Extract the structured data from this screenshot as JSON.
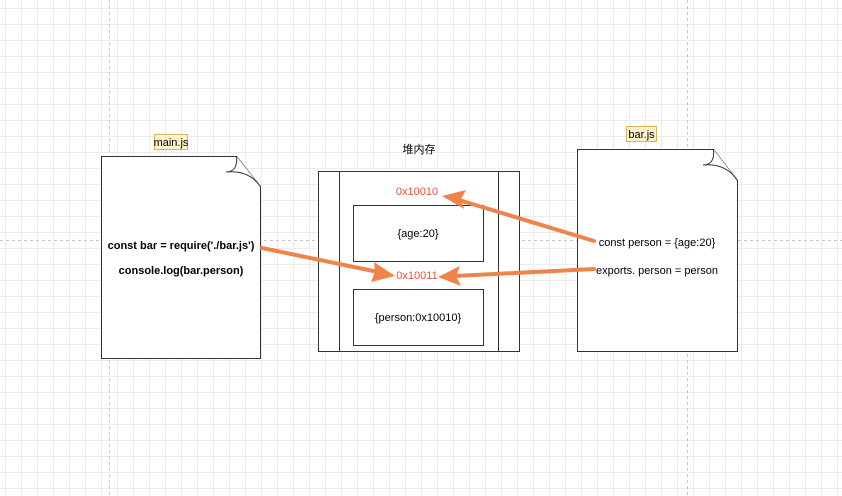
{
  "main_file": {
    "label": "main.js",
    "lines": [
      "const bar = require('./bar.js')",
      "console.log(bar.person)"
    ]
  },
  "heap": {
    "title": "堆内存",
    "address1": "0x10010",
    "object1": "{age:20}",
    "address2": "0x10011",
    "object2": "{person:0x10010}"
  },
  "bar_file": {
    "label": "bar.js",
    "lines": [
      "const person = {age:20}",
      "exports. person = person"
    ]
  },
  "colors": {
    "arrow": "#f0834a",
    "address": "#e8503a",
    "label_fill": "#fff2cc",
    "label_stroke": "#d6b656",
    "stroke": "#333333"
  }
}
